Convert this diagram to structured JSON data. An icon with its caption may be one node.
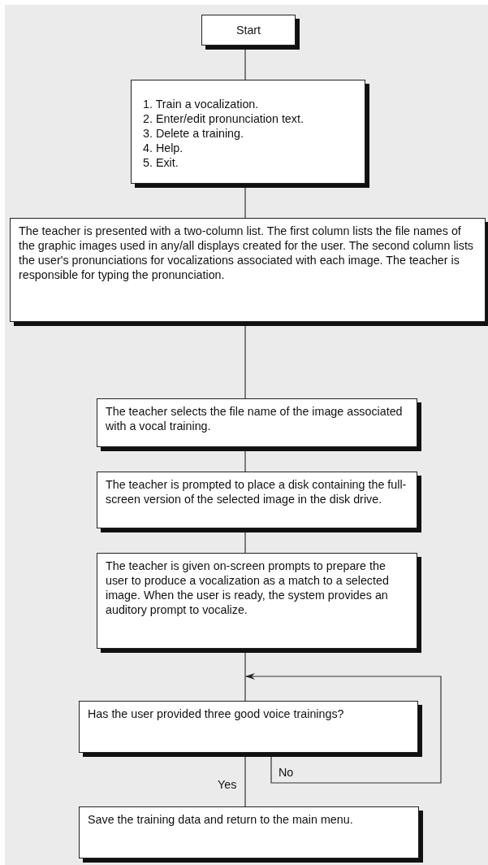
{
  "diagram": {
    "nodes": [
      {
        "text": [
          "Start"
        ]
      },
      {
        "text": [
          "1. Train a vocalization.",
          "2. Enter/edit pronunciation text.",
          "3. Delete a training.",
          "4. Help.",
          "5. Exit."
        ]
      },
      {
        "text": [
          "The teacher is presented with a two-column list. The first column lists the file names of the graphic images used in any/all displays created for the user. The second column lists the user's pronunciations for vocalizations associated with each image. The teacher is responsible for typing the pronunciation."
        ]
      },
      {
        "text": [
          "The teacher selects the file name of the image associated with a vocal training."
        ]
      },
      {
        "text": [
          "The teacher is prompted to place a disk containing the full-screen version of the selected image in the disk drive."
        ]
      },
      {
        "text": [
          "The teacher is given on-screen prompts to prepare the user to produce a vocalization as a match to a selected image. When the user is ready, the system provides an auditory prompt to vocalize."
        ]
      },
      {
        "text": [
          "Has the user provided three good voice trainings?"
        ]
      },
      {
        "text": [
          "Save the training data and return to the main menu."
        ]
      }
    ],
    "edges": [
      {
        "from": 0,
        "to": 1,
        "arrow": "none"
      },
      {
        "from": 1,
        "to": 2,
        "arrow": "none"
      },
      {
        "from": 2,
        "to": 3,
        "arrow": "none"
      },
      {
        "from": 3,
        "to": 4,
        "arrow": "none"
      },
      {
        "from": 4,
        "to": 5,
        "arrow": "none"
      },
      {
        "from": 5,
        "to": 6,
        "arrow": "none"
      },
      {
        "from": 6,
        "to": 6,
        "arrow": "to",
        "label": "No"
      },
      {
        "from": 6,
        "to": 7,
        "arrow": "none",
        "label": "Yes"
      }
    ]
  }
}
